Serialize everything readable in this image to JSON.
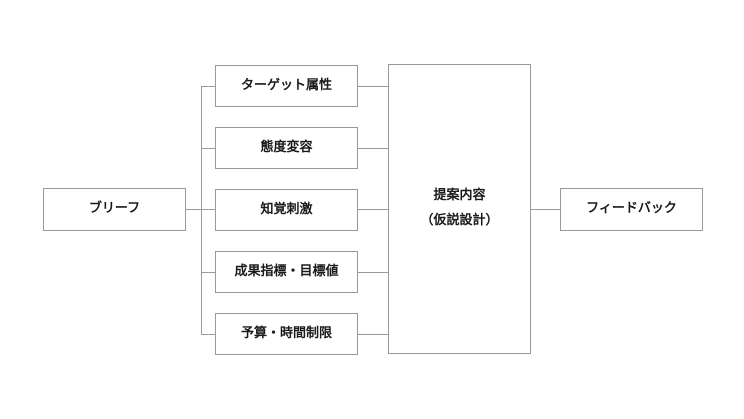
{
  "diagram": {
    "input_label": "ブリーフ",
    "elements": [
      {
        "label": "ターゲット属性"
      },
      {
        "label": "態度変容"
      },
      {
        "label": "知覚刺激"
      },
      {
        "label": "成果指標・目標値"
      },
      {
        "label": "予算・時間制限"
      }
    ],
    "proposal_label": "提案内容\n（仮説設計）",
    "output_label": "フィードバック"
  },
  "colors": {
    "border": "#9a9a9a",
    "text": "#1a1a1a",
    "background": "#ffffff"
  }
}
